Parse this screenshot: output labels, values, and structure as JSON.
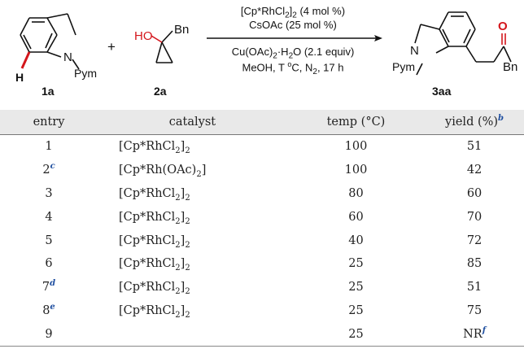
{
  "scheme": {
    "reagent_1": {
      "id": "1a",
      "h_label": "H",
      "n_label": "N",
      "substituent": "Pym"
    },
    "reagent_2": {
      "id": "2a",
      "ho_label": "HO",
      "bn_label": "Bn"
    },
    "plus": "+",
    "product": {
      "id": "3aa",
      "n_label": "N",
      "substituent": "Pym",
      "o_label": "O",
      "bn_label": "Bn"
    },
    "conditions": {
      "catalyst": "[Cp*RhCl",
      "catalyst_sub": "2",
      "catalyst_close": "]",
      "catalyst_sub2": "2",
      "catalyst_load": " (4 mol %)",
      "additive": "CsOAc (25 mol %)",
      "oxidant": "Cu(OAc)",
      "oxidant_sub": "2",
      "oxidant_rest": "·H",
      "oxidant_sub2": "2",
      "oxidant_end": "O (2.1 equiv)",
      "solvent_a": "MeOH, T ",
      "solvent_sup": "o",
      "solvent_b": "C, N",
      "solvent_sub": "2",
      "solvent_c": ", 17 h"
    }
  },
  "table": {
    "headers": {
      "entry": "entry",
      "catalyst": "catalyst",
      "temp": "temp (°C)",
      "yield": "yield (%)",
      "yield_note": "b"
    },
    "rows": [
      {
        "entry": "1",
        "note": "",
        "catalyst": "[Cp*RhCl2]2",
        "temp": "100",
        "yield": "51",
        "yield_note": ""
      },
      {
        "entry": "2",
        "note": "c",
        "catalyst": "[Cp*Rh(OAc)2]",
        "temp": "100",
        "yield": "42",
        "yield_note": ""
      },
      {
        "entry": "3",
        "note": "",
        "catalyst": "[Cp*RhCl2]2",
        "temp": "80",
        "yield": "60",
        "yield_note": ""
      },
      {
        "entry": "4",
        "note": "",
        "catalyst": "[Cp*RhCl2]2",
        "temp": "60",
        "yield": "70",
        "yield_note": ""
      },
      {
        "entry": "5",
        "note": "",
        "catalyst": "[Cp*RhCl2]2",
        "temp": "40",
        "yield": "72",
        "yield_note": ""
      },
      {
        "entry": "6",
        "note": "",
        "catalyst": "[Cp*RhCl2]2",
        "temp": "25",
        "yield": "85",
        "yield_note": ""
      },
      {
        "entry": "7",
        "note": "d",
        "catalyst": "[Cp*RhCl2]2",
        "temp": "25",
        "yield": "51",
        "yield_note": ""
      },
      {
        "entry": "8",
        "note": "e",
        "catalyst": "[Cp*RhCl2]2",
        "temp": "25",
        "yield": "75",
        "yield_note": ""
      },
      {
        "entry": "9",
        "note": "",
        "catalyst": "",
        "temp": "25",
        "yield": "NR",
        "yield_note": "f"
      }
    ]
  },
  "colors": {
    "accent_red": "#d4161c",
    "footnote_blue": "#1f4fa0",
    "header_bg": "#e9e9e9"
  }
}
